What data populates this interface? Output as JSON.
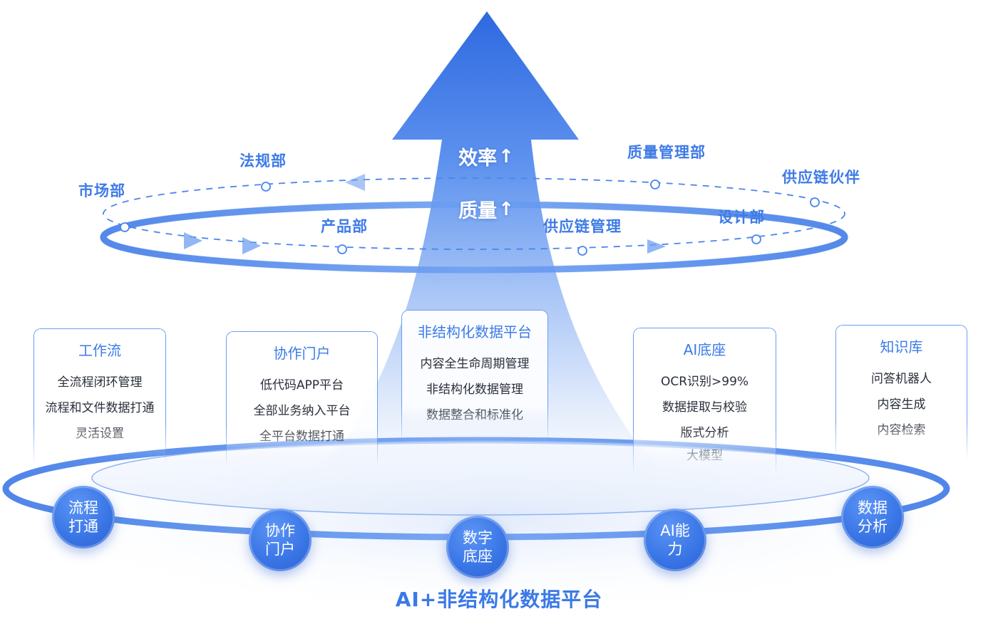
{
  "metrics": [
    {
      "label": "效率",
      "arrow": "↑"
    },
    {
      "label": "质量",
      "arrow": "↑"
    }
  ],
  "departments": [
    "市场部",
    "法规部",
    "产品部",
    "供应链管理",
    "质量管理部",
    "设计部",
    "供应链伙伴"
  ],
  "cards": [
    {
      "title": "工作流",
      "items": [
        "全流程闭环管理",
        "流程和文件数据打通",
        "灵活设置"
      ]
    },
    {
      "title": "协作门户",
      "items": [
        "低代码APP平台",
        "全部业务纳入平台",
        "全平台数据打通"
      ]
    },
    {
      "title": "非结构化数据平台",
      "items": [
        "内容全生命周期管理",
        "非结构化数据管理",
        "数据整合和标准化"
      ]
    },
    {
      "title": "AI底座",
      "items": [
        "OCR识别>99%",
        "数据提取与校验",
        "版式分析",
        "大模型"
      ]
    },
    {
      "title": "知识库",
      "items": [
        "问答机器人",
        "内容生成",
        "内容检索"
      ]
    }
  ],
  "nodes": [
    "流程打通",
    "协作门户",
    "数字底座",
    "AI能力",
    "数据分析"
  ],
  "platform_title": "AI+非结构化数据平台",
  "colors": {
    "primary": "#3b79e6",
    "arrow_top": "#2f6be0",
    "ring": "#4a86ec",
    "text_dark": "#2a2f3a"
  }
}
